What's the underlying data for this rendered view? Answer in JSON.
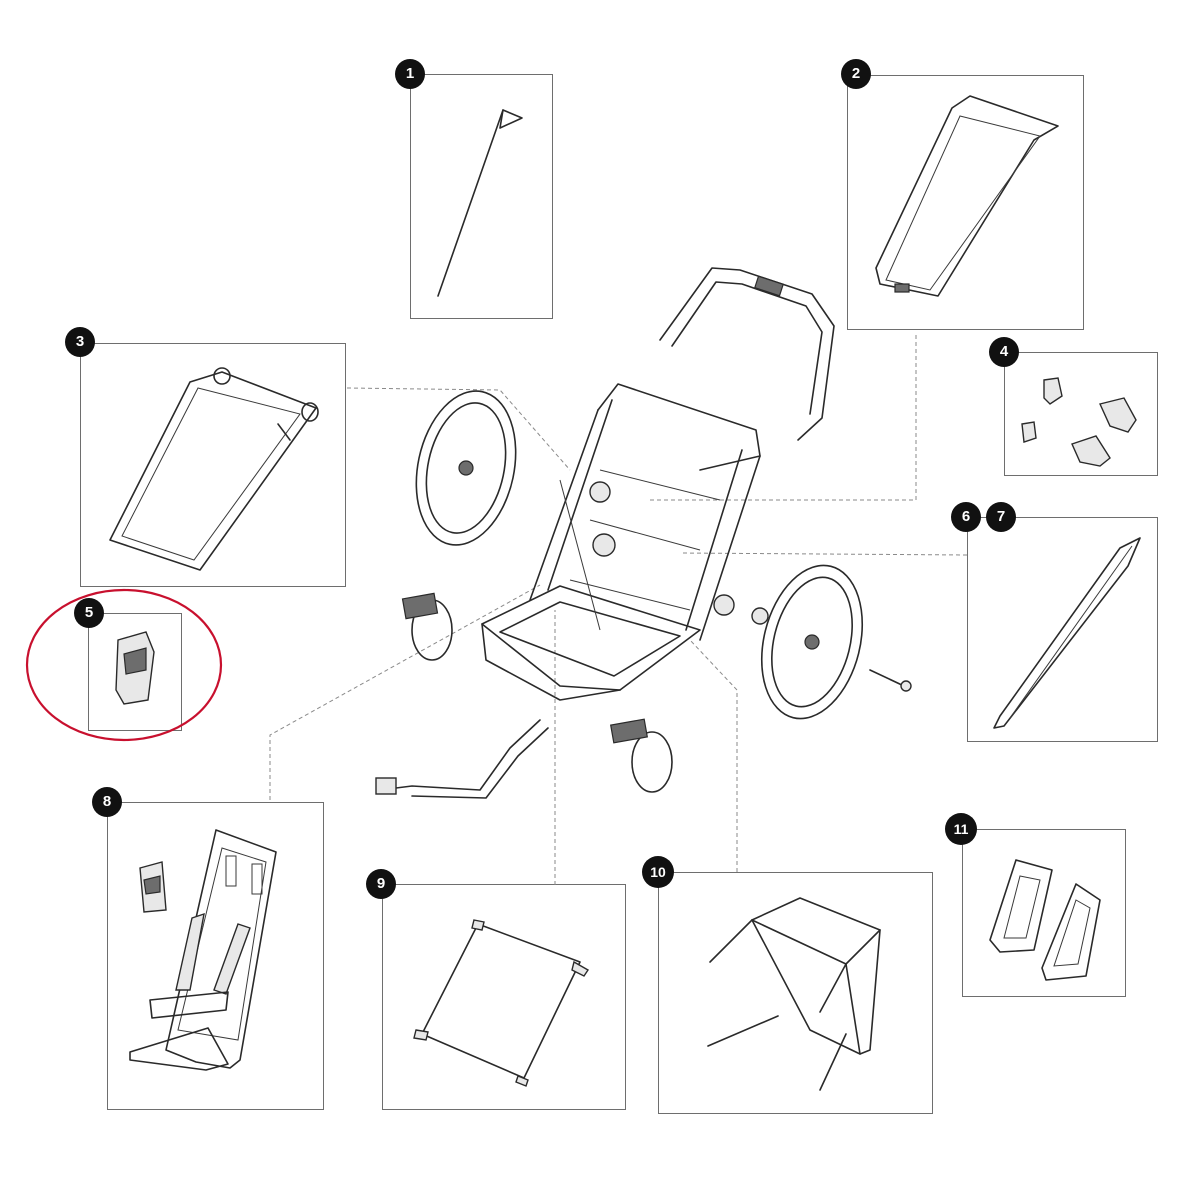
{
  "callouts": [
    {
      "id": "1",
      "label": "1"
    },
    {
      "id": "2",
      "label": "2"
    },
    {
      "id": "3",
      "label": "3"
    },
    {
      "id": "4",
      "label": "4"
    },
    {
      "id": "5",
      "label": "5"
    },
    {
      "id": "6",
      "label": "6"
    },
    {
      "id": "7",
      "label": "7"
    },
    {
      "id": "8",
      "label": "8"
    },
    {
      "id": "9",
      "label": "9"
    },
    {
      "id": "10",
      "label": "10"
    },
    {
      "id": "11",
      "label": "11"
    }
  ],
  "colors": {
    "line": "#2a2a2a",
    "box_border": "#6e6e6e",
    "badge": "#111111",
    "highlight": "#c8102e"
  }
}
